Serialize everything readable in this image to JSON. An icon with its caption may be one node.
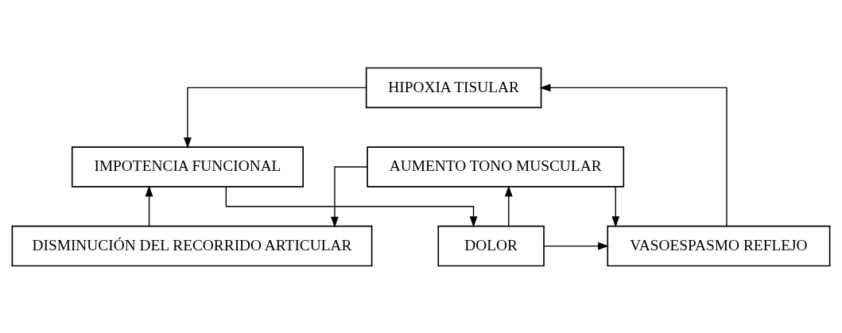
{
  "diagram": {
    "nodes": [
      {
        "text": [
          "HIPOXIA TISULAR"
        ]
      },
      {
        "text": [
          "DOLOR"
        ]
      },
      {
        "text": [
          "VASOESPASMO REFLEJO"
        ]
      },
      {
        "text": [
          "IMPOTENCIA FUNCIONAL"
        ]
      },
      {
        "text": [
          "AUMENTO TONO MUSCULAR"
        ]
      },
      {
        "text": [
          "DISMINUCIÓN DEL RECORRIDO ARTICULAR"
        ]
      }
    ],
    "edges": [
      {
        "from": 2,
        "to": 0,
        "arrow": "to"
      },
      {
        "from": 0,
        "to": 3,
        "arrow": "to"
      },
      {
        "from": 3,
        "to": 1,
        "arrow": "to"
      },
      {
        "from": 1,
        "to": 4,
        "arrow": "to"
      },
      {
        "from": 1,
        "to": 2,
        "arrow": "to"
      },
      {
        "from": 4,
        "to": 2,
        "arrow": "to"
      },
      {
        "from": 4,
        "to": 5,
        "arrow": "to"
      },
      {
        "from": 5,
        "to": 3,
        "arrow": "to"
      }
    ]
  }
}
